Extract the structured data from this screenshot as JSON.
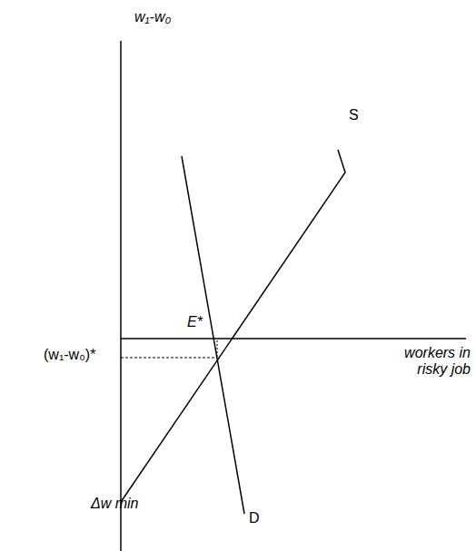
{
  "diagram": {
    "labels": [
      "w₁-w₀",
      "S",
      "E*",
      "workers in risky job",
      "(w₁-w₀)*",
      "Δw min",
      "D"
    ]
  }
}
